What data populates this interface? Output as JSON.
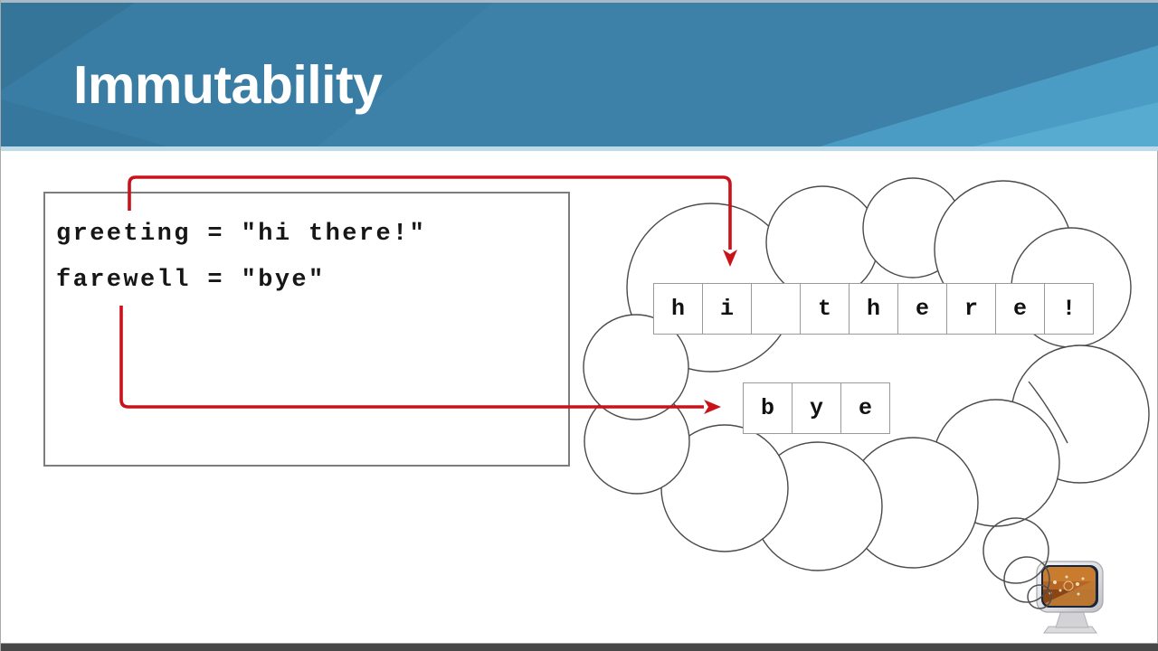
{
  "slide": {
    "title": "Immutability",
    "header": {
      "bg_color": "#3d81a8",
      "dark_shape_color": "#35759a",
      "light_shape_color": "#4b9cc4",
      "lighter_shape_color": "#57abd0",
      "bottom_edge_color": "#bddbe9"
    },
    "footer_bar_color": "#474747"
  },
  "code_box": {
    "line1": "greeting = \"hi there!\"",
    "line2": "farewell = \"bye\""
  },
  "memory": {
    "cloud_icon": "thought-cloud-icon",
    "greeting": {
      "cells": [
        "h",
        "i",
        " ",
        "t",
        "h",
        "e",
        "r",
        "e",
        "!"
      ]
    },
    "farewell": {
      "cells": [
        "b",
        "y",
        "e"
      ]
    }
  },
  "arrows": {
    "color": "#c9121a"
  },
  "diagram": {
    "line_color": "#4a4a4a",
    "cell_border_color": "#9a9a9a"
  },
  "computer": {
    "icon": "computer-monitor-icon",
    "screen_color": "#b56524"
  }
}
